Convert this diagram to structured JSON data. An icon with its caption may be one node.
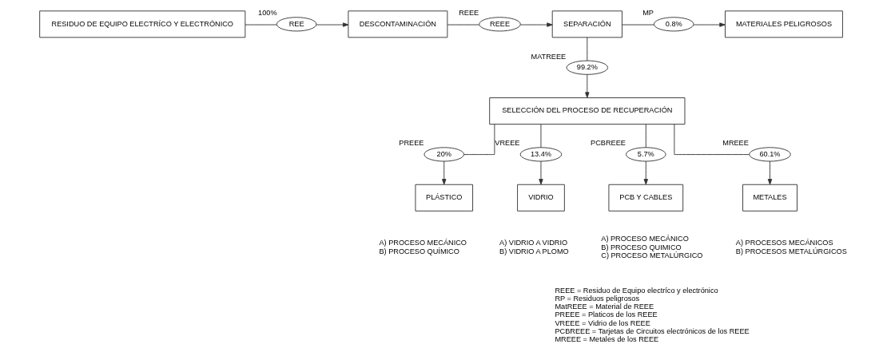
{
  "diagram": {
    "nodes": [
      {
        "text": [
          "RESIDUO DE EQUIPO ELECTRÍCO Y ELECTRÓNICO"
        ]
      },
      {
        "text": [
          "REE"
        ],
        "beside": [
          "100%"
        ]
      },
      {
        "text": [
          "DESCONTAMINACIÓN"
        ]
      },
      {
        "text": [
          "REEE"
        ],
        "beside": [
          "REEE"
        ]
      },
      {
        "text": [
          "SEPARACIÓN"
        ]
      },
      {
        "text": [
          "0.8%"
        ],
        "beside": [
          "MP"
        ]
      },
      {
        "text": [
          "MATERIALES PELIGROSOS"
        ]
      },
      {
        "text": [
          "99.2%"
        ],
        "beside": [
          "MATREEE"
        ]
      },
      {
        "text": [
          "SELECCIÓN DEL PROCESO DE RECUPERACIÓN"
        ]
      },
      {
        "text": [
          "20%"
        ],
        "beside": [
          "PREEE"
        ]
      },
      {
        "text": [
          "PLÁSTICO"
        ],
        "beside": [
          "A) PROCESO MECÁNICO",
          "B) PROCESO QUÍMICO"
        ]
      },
      {
        "text": [
          "13.4%"
        ],
        "beside": [
          "VREEE"
        ]
      },
      {
        "text": [
          "VIDRIO"
        ],
        "beside": [
          "A) VIDRIO A VIDRIO",
          "B) VIDRIO A PLOMO"
        ]
      },
      {
        "text": [
          "5.7%"
        ],
        "beside": [
          "PCBREEE"
        ]
      },
      {
        "text": [
          "PCB Y CABLES"
        ],
        "beside": [
          "A) PROCESO MECÁNICO",
          "B) PROCESO QUIMICO",
          "C) PROCESO METALÚRGICO"
        ]
      },
      {
        "text": [
          "60.1%"
        ],
        "beside": [
          "MREEE"
        ]
      },
      {
        "text": [
          "METALES"
        ],
        "beside": [
          "A) PROCESOS MECÁNICOS",
          "B) PROCESOS METALÚRGICOS"
        ]
      }
    ],
    "edges": [
      {
        "from": 0,
        "to": 1,
        "arrow": "none"
      },
      {
        "from": 1,
        "to": 2,
        "arrow": "to"
      },
      {
        "from": 2,
        "to": 3,
        "arrow": "none"
      },
      {
        "from": 3,
        "to": 4,
        "arrow": "to"
      },
      {
        "from": 4,
        "to": 5,
        "arrow": "none"
      },
      {
        "from": 5,
        "to": 6,
        "arrow": "to"
      },
      {
        "from": 4,
        "to": 7,
        "arrow": "none"
      },
      {
        "from": 7,
        "to": 8,
        "arrow": "to"
      },
      {
        "from": 8,
        "to": 9,
        "arrow": "none"
      },
      {
        "from": 9,
        "to": 10,
        "arrow": "to"
      },
      {
        "from": 8,
        "to": 11,
        "arrow": "none"
      },
      {
        "from": 11,
        "to": 12,
        "arrow": "to"
      },
      {
        "from": 8,
        "to": 13,
        "arrow": "none"
      },
      {
        "from": 13,
        "to": 14,
        "arrow": "to"
      },
      {
        "from": 8,
        "to": 15,
        "arrow": "none"
      },
      {
        "from": 15,
        "to": 16,
        "arrow": "to"
      }
    ],
    "labels": [
      "REEE = Residuo de Equipo electríco y electrónico",
      "RP = Residuos peligrosos",
      "MatREEE = Material de REEE",
      "PREEE = Platicos de los REEE",
      "VREEE = Vidrio de los REEE",
      "PCBREEE = Tarjetas de Circuitos electrónicos de los REEE",
      "MREEE = Metales de los REEE"
    ]
  }
}
